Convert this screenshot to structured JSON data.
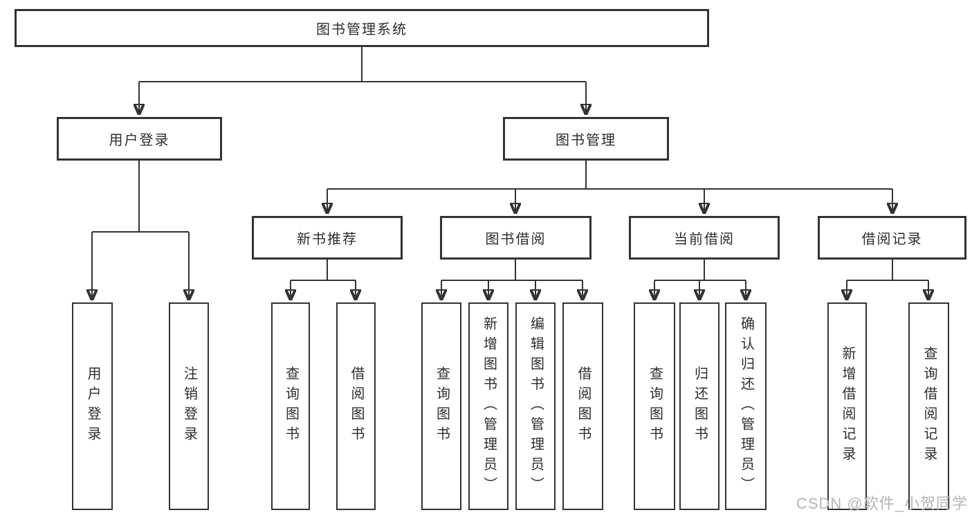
{
  "tree": {
    "label": "图书管理系统",
    "children": [
      {
        "label": "用户登录",
        "children": [
          {
            "label": "用户登录"
          },
          {
            "label": "注销登录"
          }
        ]
      },
      {
        "label": "图书管理",
        "children": [
          {
            "label": "新书推荐",
            "children": [
              {
                "label": "查询图书"
              },
              {
                "label": "借阅图书"
              }
            ]
          },
          {
            "label": "图书借阅",
            "children": [
              {
                "label": "查询图书"
              },
              {
                "label": "新增图书（管理员）"
              },
              {
                "label": "编辑图书（管理员）"
              },
              {
                "label": "借阅图书"
              }
            ]
          },
          {
            "label": "当前借阅",
            "children": [
              {
                "label": "查询图书"
              },
              {
                "label": "归还图书"
              },
              {
                "label": "确认归还（管理员）"
              }
            ]
          },
          {
            "label": "借阅记录",
            "children": [
              {
                "label": "新增借阅记录"
              },
              {
                "label": "查询借阅记录"
              }
            ]
          }
        ]
      }
    ]
  },
  "watermark": "CSDN @软件_小贺同学",
  "colors": {
    "line": "#333333",
    "box_border": "#333333",
    "text": "#2d2d2d",
    "watermark": "#b5b5b5",
    "background": "#ffffff"
  }
}
